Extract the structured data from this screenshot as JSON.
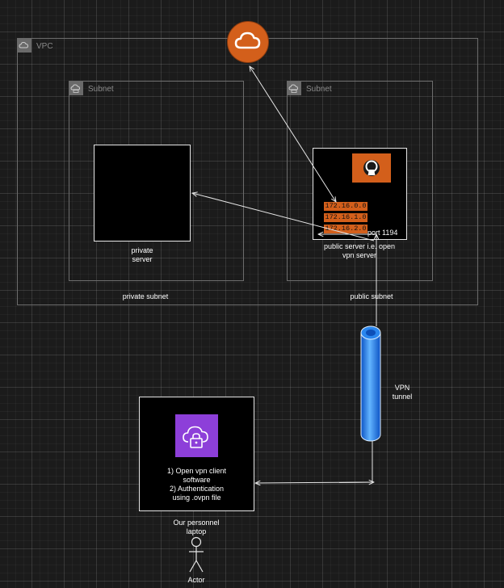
{
  "colors": {
    "aws_orange": "#d35f1b",
    "vpn_client_purple": "#8d3fd9",
    "tunnel_blue": "#1f7be8",
    "border_gray": "#6d6d6d"
  },
  "vpc": {
    "label": "VPC",
    "icon": "vpc-cloud-icon"
  },
  "private_subnet": {
    "label": "Subnet",
    "icon": "subnet-icon",
    "caption": "private subnet",
    "server_caption_line1": "private",
    "server_caption_line2": "server"
  },
  "public_subnet": {
    "label": "Subnet",
    "icon": "subnet-icon",
    "caption": "public subnet",
    "server_caption_line1": "public server i.e. open",
    "server_caption_line2": "vpn server",
    "port_label": "port 1194",
    "ip_ranges": [
      "172.16.0.0",
      "172.16.1.0",
      "172.16.2.0"
    ],
    "openvpn_icon": "openvpn-icon"
  },
  "internet": {
    "icon": "internet-cloud-icon"
  },
  "tunnel": {
    "label_line1": "VPN",
    "label_line2": "tunnel"
  },
  "laptop": {
    "icon": "vpn-client-lock-cloud-icon",
    "step1_line1": "1) Open vpn client",
    "step1_line2": "software",
    "step2_line1": "2) Authentication",
    "step2_line2": "using .ovpn file",
    "caption_line1": "Our personnel",
    "caption_line2": "laptop"
  },
  "actor": {
    "label": "Actor",
    "icon": "actor-stick-figure-icon"
  }
}
